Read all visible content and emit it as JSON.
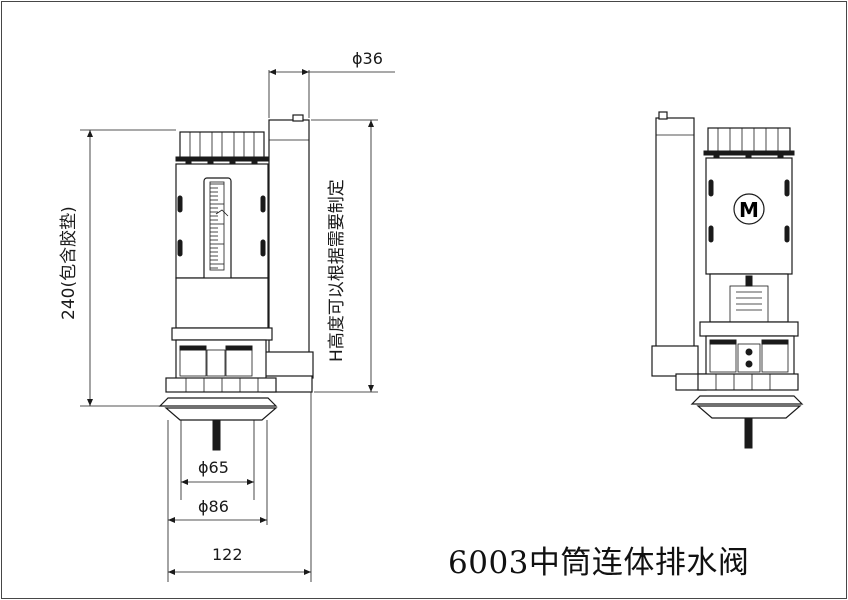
{
  "title": "6003中筒连体排水阀",
  "dimensions": {
    "overflow_pipe_diameter": "ϕ36",
    "total_height": "240(包含胶垫)",
    "h_note": "H高度可以根据需要制定",
    "outlet_inner_diameter": "ϕ65",
    "outlet_outer_diameter": "ϕ86",
    "base_width": "122"
  },
  "logo_text": "M",
  "colors": {
    "line": "#1a1a1a",
    "background": "#ffffff"
  }
}
